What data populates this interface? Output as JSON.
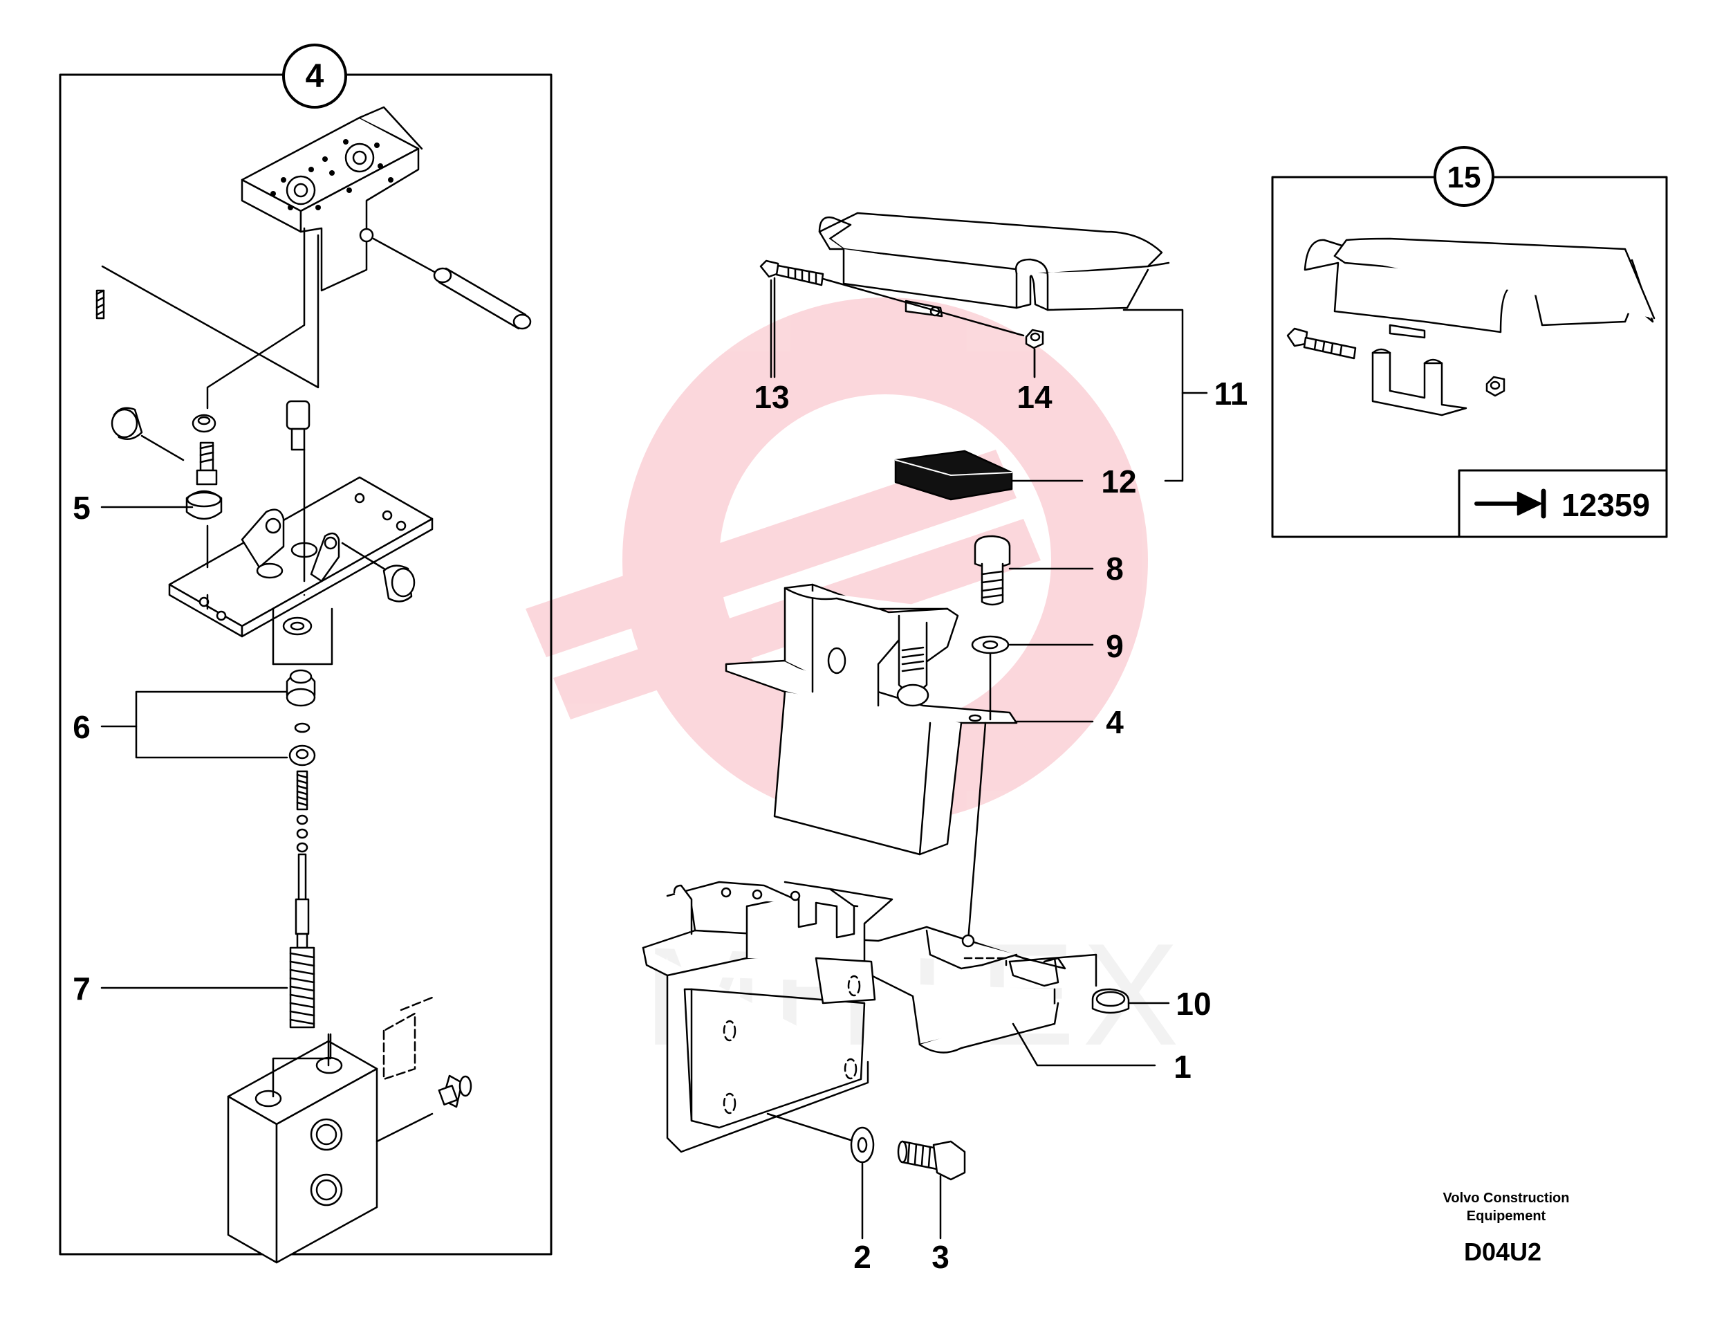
{
  "callouts": {
    "detail_4": "4",
    "detail_15": "15",
    "c1": "1",
    "c2": "2",
    "c3": "3",
    "c4": "4",
    "c5": "5",
    "c6": "6",
    "c7": "7",
    "c8": "8",
    "c9": "9",
    "c10": "10",
    "c11": "11",
    "c12": "12",
    "c13": "13",
    "c14": "14"
  },
  "reference": {
    "number": "12359"
  },
  "footer": {
    "company_line1": "Volvo Construction",
    "company_line2": "Equipement",
    "code": "D04U2"
  },
  "watermark": {
    "text": "MHTEX",
    "color": "#e8102a"
  },
  "colors": {
    "line": "#000000",
    "part_fill": "#ffffff",
    "dark_part": "#111111"
  }
}
